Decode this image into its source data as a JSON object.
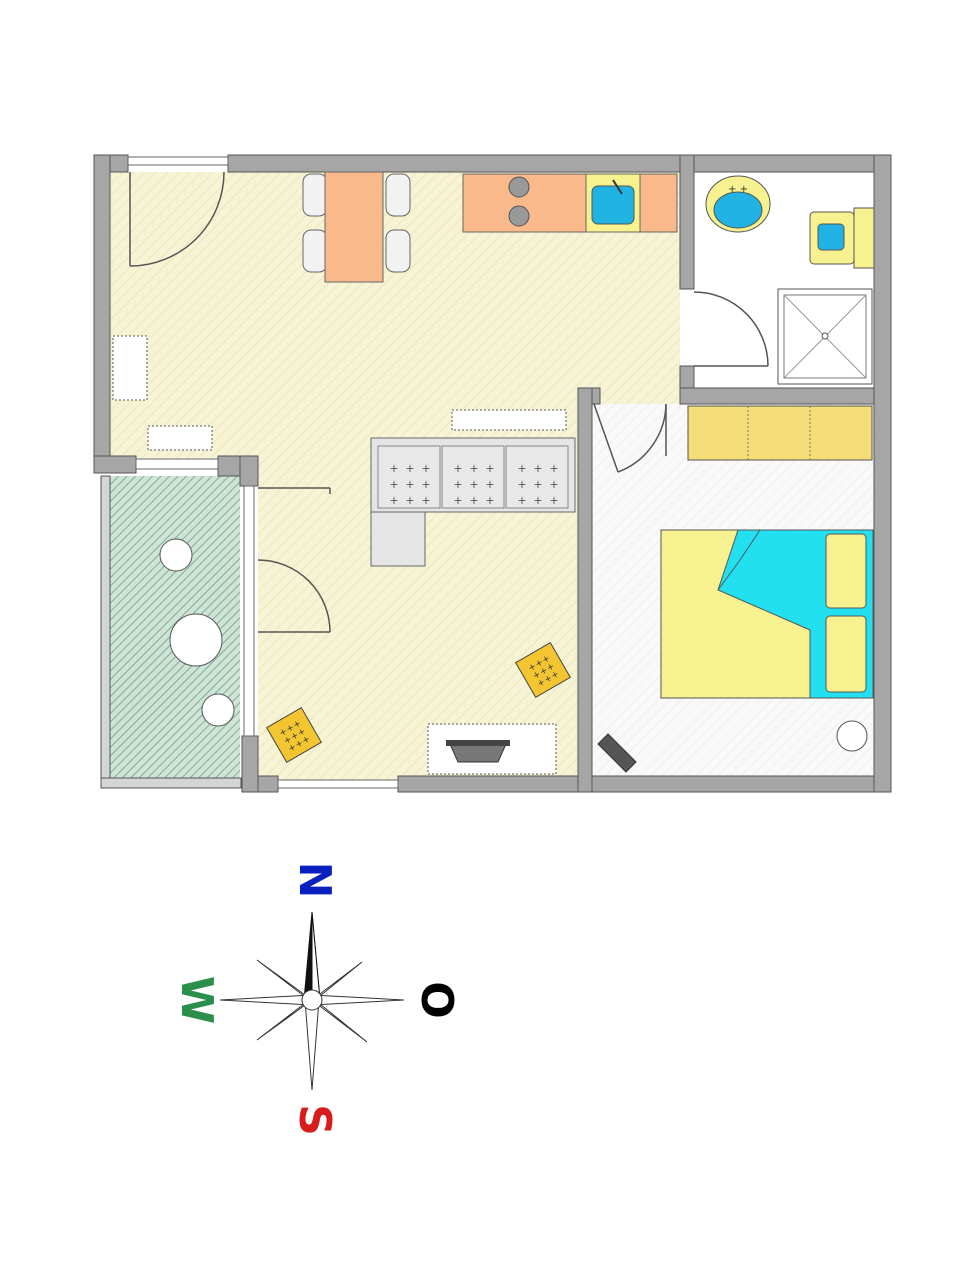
{
  "compass": {
    "north": "N",
    "south": "S",
    "west": "W",
    "east": "O",
    "north_color": "#0a1fbf",
    "south_color": "#d81b1b",
    "west_color": "#2a8f4a",
    "east_color": "#000000"
  },
  "colors": {
    "wall": "#a6a6a6",
    "living_floor": "#f7f4d6",
    "balcony_floor": "#c9ddd2",
    "bath_floor": "#ffffff",
    "bedroom_floor": "#f8f8f8",
    "kitchen_counter": "#f9b98b",
    "table": "#f9b98b",
    "sink_blue": "#20b3e3",
    "yellow_furniture": "#f7f28f",
    "wardrobe": "#f5de78",
    "bed_blanket": "#22e0f0",
    "sofa": "#e5e5e5",
    "cushion": "#f2c531"
  },
  "icons": {
    "compass": "compass-rose-icon",
    "washbasin": "washbasin-icon",
    "shower": "shower-tray-icon",
    "toilet": "toilet-icon",
    "stove": "stove-icon",
    "tv": "television-icon"
  }
}
